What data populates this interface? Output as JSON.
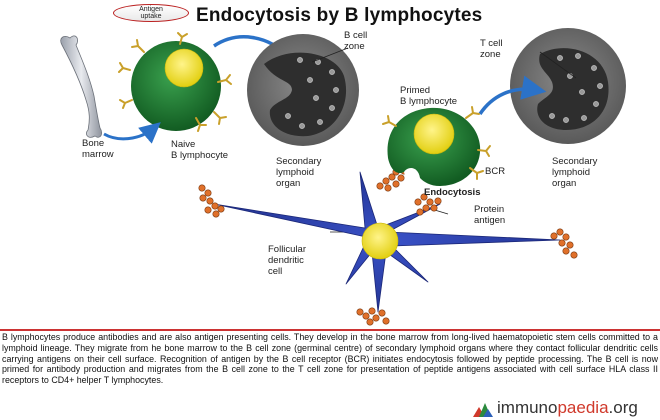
{
  "badge": {
    "line1": "Antigen",
    "line2": "uptake"
  },
  "title": "Endocytosis by B lymphocytes",
  "labels": {
    "bone": [
      "Bone",
      "marrow"
    ],
    "naive": [
      "Naive",
      "B lymphocyte"
    ],
    "b_cell_zone": [
      "B cell",
      "zone"
    ],
    "secondary_left": [
      "Secondary",
      "lymphoid",
      "organ"
    ],
    "t_cell_zone": [
      "T cell",
      "zone"
    ],
    "primed": [
      "Primed",
      "B lymphocyte"
    ],
    "bcr": "BCR",
    "endocytosis": "Endocytosis",
    "secondary_right": [
      "Secondary",
      "lymphoid",
      "organ"
    ],
    "protein_antigen": [
      "Protein",
      "antigen"
    ],
    "follicular": [
      "Follicular",
      "dendritic",
      "cell"
    ]
  },
  "description": "B lymphocytes produce antibodies and are also antigen presenting cells. They develop in the bone marrow from long-lived haematopoietic stem cells committed to a lymphoid lineage. They migrate from he bone marrow to the B cell zone (germinal centre) of secondary lymphoid organs where they contact follicular dendritic cells carrying antigens on their cell surface. Recognition of antigen by the B cell receptor (BCR) initiates endocytosis followed by peptide processing. The B cell is now primed for antibody production and migrates from the B cell zone to the T cell zone for presentation of peptide antigens associated with cell surface HLA class II receptors to CD4+ helper T lymphocytes.",
  "brand": {
    "part1": "immuno",
    "part2": "paedia",
    "part3": ".org"
  },
  "colors": {
    "cell_green": "#1e7a32",
    "nucleus_yellow": "#f2e21c",
    "receptor": "#c9a02a",
    "dendritic_blue": "#2b3fa8",
    "arrow_blue": "#2b72c8",
    "organ_gray": "#6f6f6f",
    "antigen_orange": "#e0702a",
    "rule_red": "#cc3333"
  }
}
